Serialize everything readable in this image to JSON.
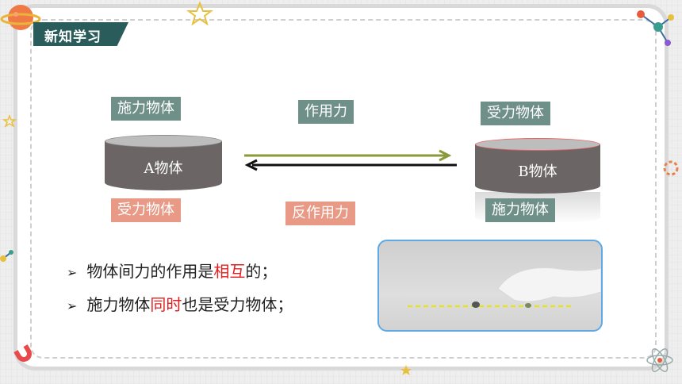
{
  "header": {
    "title": "新知学习"
  },
  "labels": {
    "shili_a": "施力物体",
    "shouli_a": "受力物体",
    "zuoyongli": "作用力",
    "fanzuoyongli": "反作用力",
    "shouli_b": "受力物体",
    "shili_b": "施力物体"
  },
  "objects": {
    "a": "A物体",
    "b": "B物体"
  },
  "bullets": [
    {
      "pre": "物体间力的作用是",
      "hl": "相互",
      "post": "的；"
    },
    {
      "pre": "施力物体",
      "hl": "同时",
      "post": "也是受力物体；"
    }
  ],
  "colors": {
    "banner": "#2a5c5c",
    "label_gray": "#6f8f89",
    "label_pink": "#e89a86",
    "highlight": "#e02020",
    "arrow_green": "#8a9a3a",
    "video_border": "#5ea9e6"
  },
  "icons": [
    "planet-icon",
    "star-icon",
    "molecule-icon",
    "magnet-icon",
    "atom-icon",
    "gear-icon"
  ]
}
